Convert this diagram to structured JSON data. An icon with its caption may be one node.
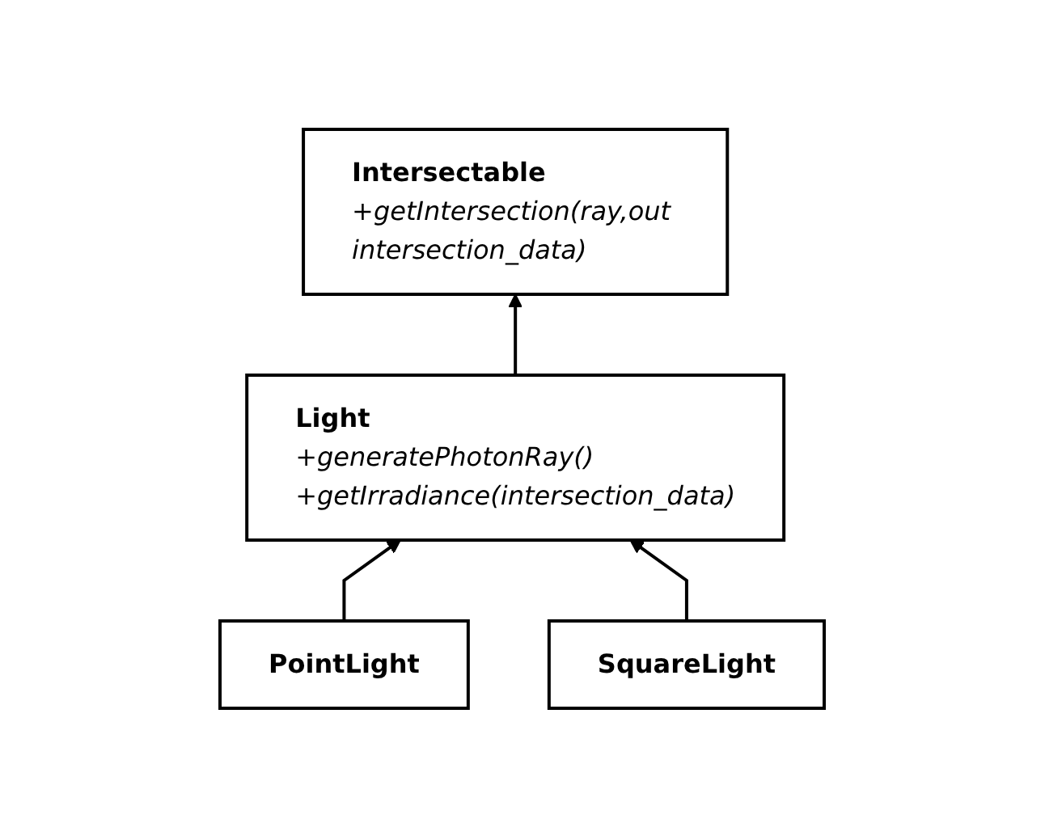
{
  "diagram": {
    "nodes": [
      {
        "text": [
          "Intersectable",
          "+getIntersection(ray,out intersection_data)"
        ]
      },
      {
        "text": [
          "Light",
          "+generatePhotonRay()",
          "+getIrradiance(intersection_data)"
        ]
      },
      {
        "text": [
          "PointLight"
        ]
      },
      {
        "text": [
          "SquareLight"
        ]
      }
    ],
    "edges": [
      {
        "from": 1,
        "to": 0,
        "arrow": "to"
      },
      {
        "from": 2,
        "to": 1,
        "arrow": "to"
      },
      {
        "from": 3,
        "to": 1,
        "arrow": "to"
      }
    ]
  }
}
